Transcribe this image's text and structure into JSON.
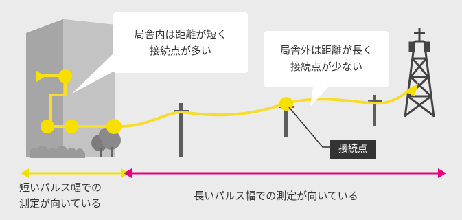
{
  "callouts": {
    "inside": {
      "line1": "局舎内は距離が短く",
      "line2": "接続点が多い"
    },
    "outside": {
      "line1": "局舎外は距離が長く",
      "line2": "接続点が少ない"
    }
  },
  "tag_label": "接続点",
  "labels": {
    "short_pulse": {
      "line1": "短いパルス幅での",
      "line2": "測定が向いている"
    },
    "long_pulse": "長いパルス幅での測定が向いている"
  },
  "colors": {
    "background": "#ebebeb",
    "fiber": "#f6dd2a",
    "connection_point": "#f7e000",
    "short_arrow": "#f2e000",
    "long_arrow": "#e6007e",
    "building": "#a9a9a9",
    "tag_bg": "#333333"
  }
}
